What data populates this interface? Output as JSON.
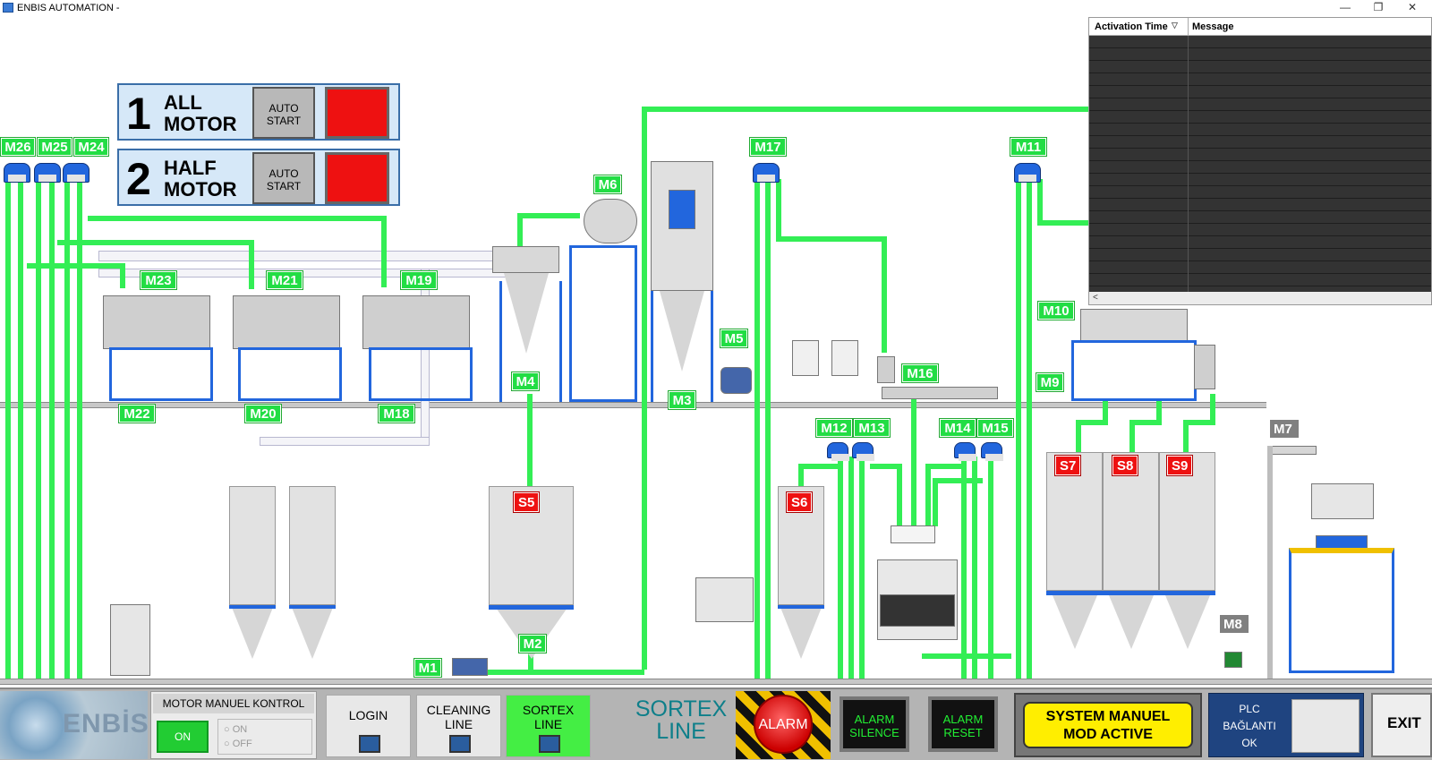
{
  "window": {
    "title": "ENBIS AUTOMATION -",
    "minimize_symbol": "—",
    "restore_symbol": "❐",
    "close_symbol": "✕"
  },
  "motor_panels": [
    {
      "number": "1",
      "label_line1": "ALL",
      "label_line2": "MOTOR",
      "auto_line1": "AUTO",
      "auto_line2": "START"
    },
    {
      "number": "2",
      "label_line1": "HALF",
      "label_line2": "MOTOR",
      "auto_line1": "AUTO",
      "auto_line2": "START"
    }
  ],
  "motors": {
    "m1": "M1",
    "m2": "M2",
    "m3": "M3",
    "m4": "M4",
    "m5": "M5",
    "m6": "M6",
    "m7": "M7",
    "m8": "M8",
    "m9": "M9",
    "m10": "M10",
    "m11": "M11",
    "m12": "M12",
    "m13": "M13",
    "m14": "M14",
    "m15": "M15",
    "m16": "M16",
    "m17": "M17",
    "m18": "M18",
    "m19": "M19",
    "m20": "M20",
    "m21": "M21",
    "m22": "M22",
    "m23": "M23",
    "m24": "M24",
    "m25": "M25",
    "m26": "M26"
  },
  "silos": {
    "s5": "S5",
    "s6": "S6",
    "s7": "S7",
    "s8": "S8",
    "s9": "S9"
  },
  "alarm_table": {
    "col_time": "Activation Time",
    "col_message": "Message",
    "sort_symbol": "▽",
    "scroll_left": "<"
  },
  "bottom": {
    "logo_text": "ENBİS",
    "manuel_title": "MOTOR MANUEL KONTROL",
    "manuel_on_button": "ON",
    "radio_on": "ON",
    "radio_off": "OFF",
    "login": "LOGIN",
    "cleaning_line1": "CLEANING",
    "cleaning_line2": "LINE",
    "sortex_btn_line1": "SORTEX",
    "sortex_btn_line2": "LINE",
    "sortex_title_line1": "SORTEX",
    "sortex_title_line2": "LINE",
    "alarm": "ALARM",
    "alarm_silence_line1": "ALARM",
    "alarm_silence_line2": "SILENCE",
    "alarm_reset_line1": "ALARM",
    "alarm_reset_line2": "RESET",
    "mode_line1": "SYSTEM MANUEL",
    "mode_line2": "MOD ACTIVE",
    "plc_line1": "PLC",
    "plc_line2": "BAĞLANTI",
    "plc_line3": "OK",
    "exit": "EXIT"
  },
  "colors": {
    "pipe": "#33ee55",
    "motor_label": "#22dd44",
    "silo_label": "#ee1111",
    "structure_blue": "#2266dd"
  }
}
